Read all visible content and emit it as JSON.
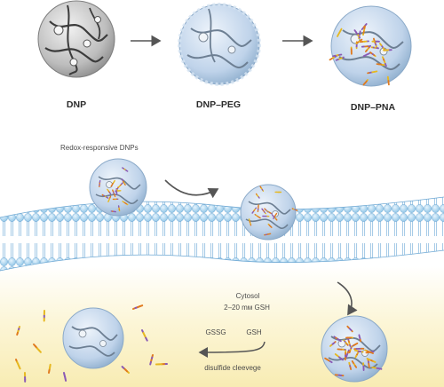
{
  "top_row": {
    "labels": [
      "DNP",
      "DNP–PEG",
      "DNP–PNA"
    ]
  },
  "membrane_section": {
    "caption": "Redox-responsive DNPs"
  },
  "cytosol": {
    "title": "Cytosol",
    "concentration": "2–20 mᴍ GSH"
  },
  "reaction": {
    "product": "GSSG",
    "reactant": "GSH",
    "caption": "disulfide cleevege"
  },
  "colors": {
    "membrane_blue": "#a9d4ee",
    "membrane_dark": "#5b9fd0",
    "cytosol_yellow": "#fbf3c9",
    "pna_purple": "#8a5ab5",
    "pna_yellow": "#e6b820",
    "pna_orange": "#e07a1e",
    "shell_blue": "#bcd2e8",
    "core_gray": "#c9c9c9"
  }
}
